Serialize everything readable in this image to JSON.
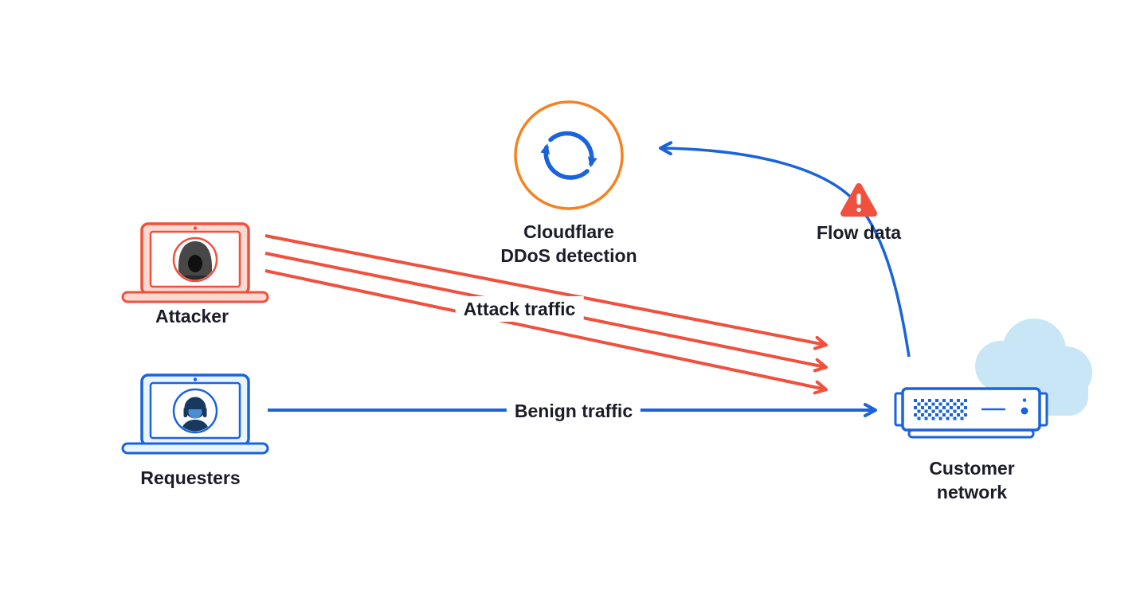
{
  "labels": {
    "cloudflare": "Cloudflare\nDDoS detection",
    "flow_data": "Flow data",
    "attacker": "Attacker",
    "requesters": "Requesters",
    "customer_network": "Customer\nnetwork",
    "attack_traffic": "Attack traffic",
    "benign_traffic": "Benign traffic"
  },
  "colors": {
    "red": "#F0503E",
    "orange": "#F6821F",
    "blue": "#1A63DC",
    "salmon": "#FBD9D1",
    "lightblue": "#E9F4FB",
    "cloud": "#C9E6F6",
    "navy": "#17395F",
    "face": "#4A8FD4",
    "hood": "#474747",
    "ink": "#1B1C28"
  }
}
